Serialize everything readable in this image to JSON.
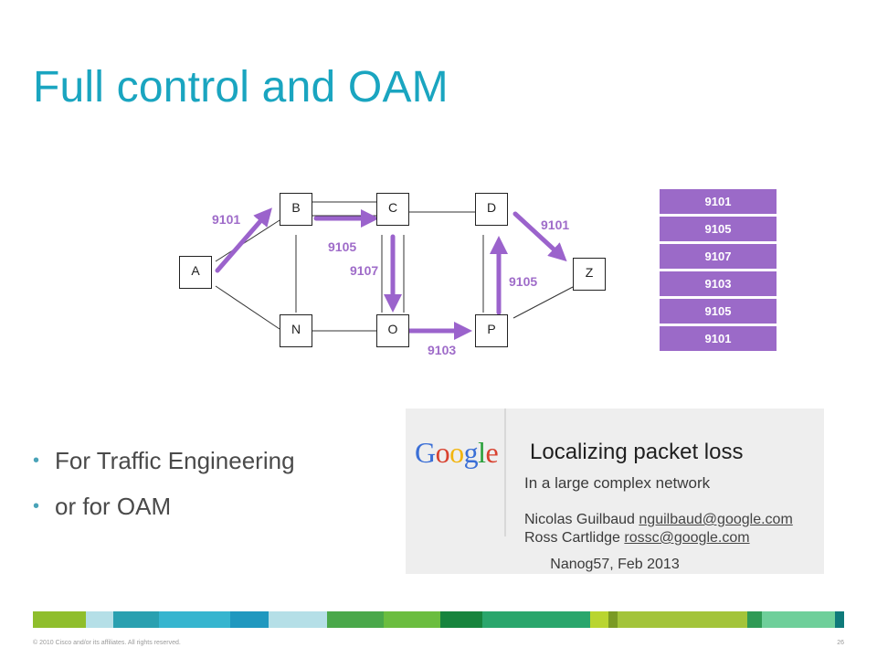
{
  "slide": {
    "title": "Full control and OAM"
  },
  "diagram": {
    "nodes": {
      "A": "A",
      "B": "B",
      "C": "C",
      "D": "D",
      "N": "N",
      "O": "O",
      "P": "P",
      "Z": "Z"
    },
    "path_labels": [
      "9101",
      "9105",
      "9107",
      "9103",
      "9105",
      "9101"
    ],
    "arrow_color": "#9b63cc"
  },
  "label_stack": [
    "9101",
    "9105",
    "9107",
    "9103",
    "9105",
    "9101"
  ],
  "bullets": [
    "For Traffic Engineering",
    "or for OAM"
  ],
  "paper": {
    "logo_letters": [
      {
        "ch": "G",
        "color": "#3b6fd6"
      },
      {
        "ch": "o",
        "color": "#d8412f"
      },
      {
        "ch": "o",
        "color": "#f2b50f"
      },
      {
        "ch": "g",
        "color": "#3b6fd6"
      },
      {
        "ch": "l",
        "color": "#2aa03b"
      },
      {
        "ch": "e",
        "color": "#d8412f"
      }
    ],
    "title": "Localizing packet loss",
    "subtitle": "In a large complex network",
    "authors": [
      {
        "name": "Nicolas Guilbaud",
        "email": "nguilbaud@google.com"
      },
      {
        "name": "Ross Cartlidge",
        "email": "rossc@google.com"
      }
    ],
    "venue": "Nanog57, Feb 2013"
  },
  "footer": {
    "copyright": "© 2010 Cisco and/or its affiliates. All rights reserved.",
    "page": "26",
    "bar_colors": [
      "#8fbe2c",
      "#b5dfe7",
      "#2aa0b0",
      "#36b5cf",
      "#2098bf",
      "#b5dfe7",
      "#4aa84a",
      "#6bbd3f",
      "#17843d",
      "#2aa66c",
      "#b9d530",
      "#7a9a24",
      "#a3c43a",
      "#2f9a55",
      "#6ecf9a",
      "#0f7a7a"
    ]
  }
}
